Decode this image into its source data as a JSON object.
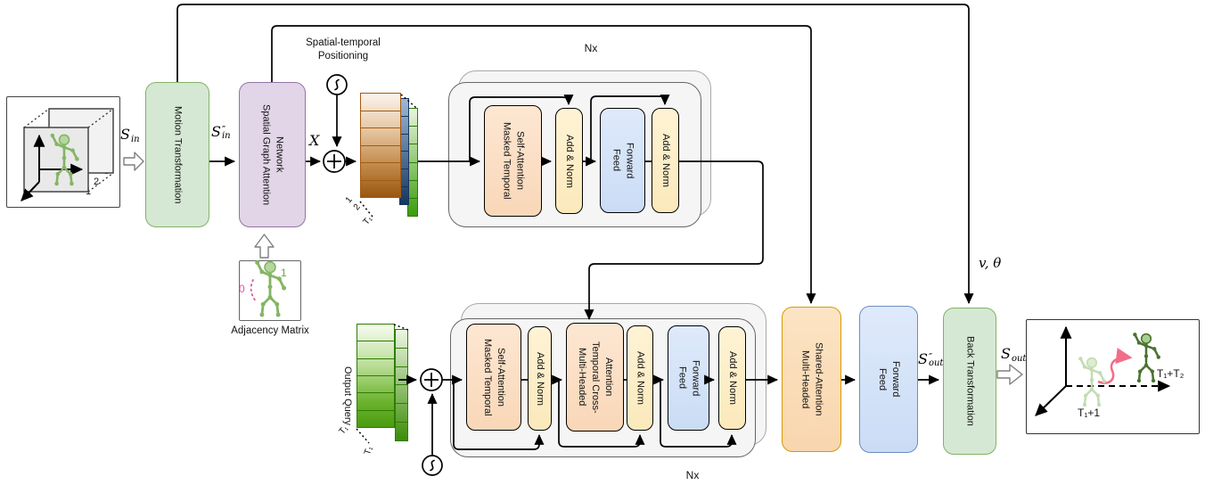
{
  "figure": {
    "type": "transformer-motion-prediction-architecture"
  },
  "nodes": {
    "motion_transformation": "Motion Transformation",
    "spatial_graph_attention": "Spatial Graph Attention\nNetwork",
    "masked_temporal_self_attention": "Masked Temporal\nSelf-Attention",
    "add_norm": "Add & Norm",
    "feed_forward": "Feed\nForward",
    "temporal_cross_attention": "Multi-Headed\nTemporal Cross-\nAttention",
    "shared_attention": "Multi-Headed\nShared-Attention",
    "back_transformation": "Back Transformation",
    "output_query": "Output Query"
  },
  "annotations": {
    "spatial_temporal_positioning": "Spatial-temporal\nPositioning",
    "adjacency_matrix": "Adjacency Matrix",
    "nx_encoder": "Nx",
    "nx_decoder": "Nx"
  },
  "math": {
    "s": "S",
    "x": "X",
    "double_prime": "″",
    "sub_in": "in",
    "sub_out": "out",
    "v_theta": "v, θ"
  },
  "ticks": {
    "one": "1",
    "two": "2",
    "t1": "T₁",
    "zero": "0",
    "adj_one": "1",
    "t1_plus_1": "T₁+1",
    "t1_plus_t2": "T₁+T₂"
  },
  "colors": {
    "green_fill": "#d5e8d4",
    "green_border": "#82b366",
    "purple_fill": "#e1d5e7",
    "purple_border": "#9673a6",
    "peach_fill": "#fbdcc0",
    "yellow_fill": "#fdefc9",
    "blue_fill": "#d6e4f8",
    "blue_border": "#6c8ebf",
    "orange_border": "#d79b00",
    "gray_fill": "#f5f5f5",
    "pink_arrow": "#f26d88",
    "skeleton_green": "#85b564",
    "skeleton_dark": "#4b7231",
    "skeleton_pale": "#c3dcb2"
  }
}
